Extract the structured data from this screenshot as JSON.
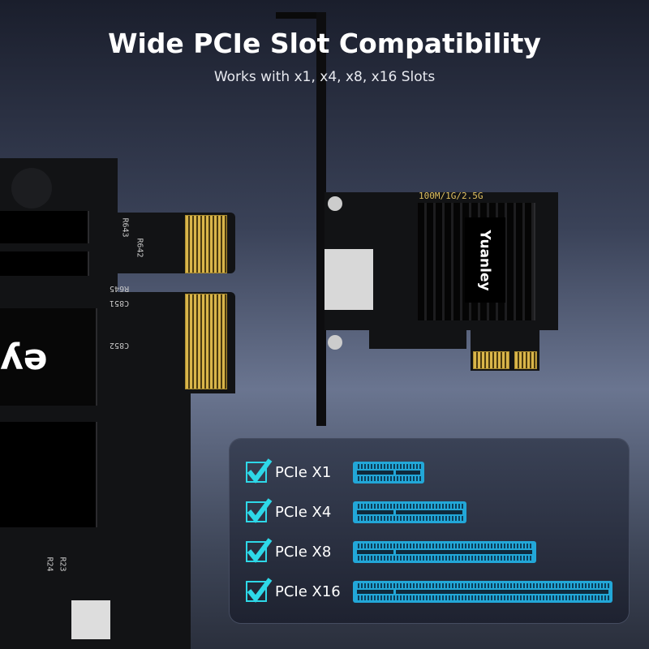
{
  "header": {
    "title": "Wide PCIe Slot Compatibility",
    "subtitle": "Works with x1, x4, x8, x16 Slots"
  },
  "card": {
    "speed_label": "100M/1G/2.5G",
    "brand": "Yuanley"
  },
  "closeup": {
    "silk_labels": [
      "R643",
      "R642",
      "R645",
      "C851",
      "C852",
      "R24",
      "R23"
    ],
    "brand_partial": "ey"
  },
  "compatibility": {
    "check_color": "#2ed8e8",
    "slot_color": "#22a7d8",
    "rows": [
      {
        "label": "PCIe X1",
        "lanes": 1
      },
      {
        "label": "PCIe X4",
        "lanes": 4
      },
      {
        "label": "PCIe X8",
        "lanes": 8
      },
      {
        "label": "PCIe X16",
        "lanes": 16
      }
    ]
  }
}
